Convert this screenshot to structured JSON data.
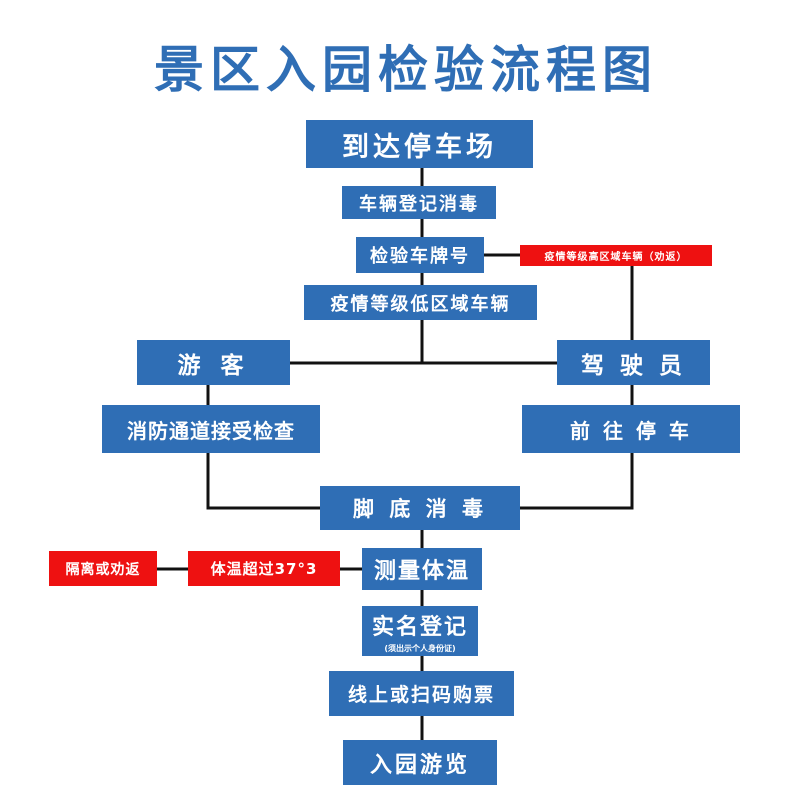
{
  "title": "景区入园检验流程图",
  "colors": {
    "box": "#2f6eb5",
    "alert": "#ee1111",
    "line": "#111111"
  },
  "nodes": {
    "arrive_parking": "到达停车场",
    "vehicle_register": "车辆登记消毒",
    "check_plate": "检验车牌号",
    "high_risk": "疫情等级高区域车辆（劝返）",
    "low_risk": "疫情等级低区域车辆",
    "tourist": "游 客",
    "driver": "驾 驶 员",
    "fire_channel": "消防通道接受检查",
    "go_park": "前 往 停 车",
    "foot_disinfect": "脚 底 消 毒",
    "temp_over": "体温超过37°3",
    "isolate": "隔离或劝返",
    "measure_temp": "测量体温",
    "real_name": "实名登记",
    "real_name_note": "(须出示个人身份证)",
    "buy_ticket": "线上或扫码购票",
    "enter_park": "入园游览"
  }
}
